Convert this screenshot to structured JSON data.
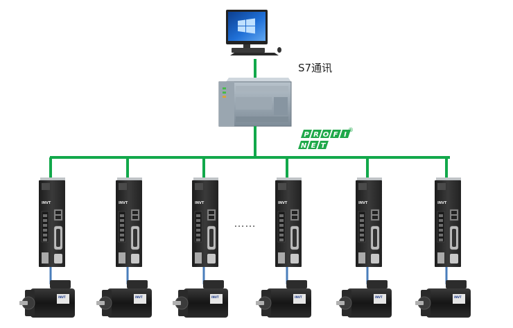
{
  "diagram": {
    "comm_label": "S7通讯",
    "ellipsis": "……",
    "profinet_logo": {
      "line1": "PROFI",
      "line2": "NET",
      "registered": "®"
    },
    "drive_brand": "INVT",
    "motor_brand": "INVT",
    "drive_count": 6,
    "colors": {
      "bus_line": "#12a84b",
      "servo_cable": "#4a7ebb",
      "profinet_green": "#1fa84a",
      "drive_body": "#2d2d2d",
      "motor_body": "#1e1e1e",
      "plc_body": "#8a98a4",
      "monitor_screen": "#1f6fd6"
    }
  }
}
